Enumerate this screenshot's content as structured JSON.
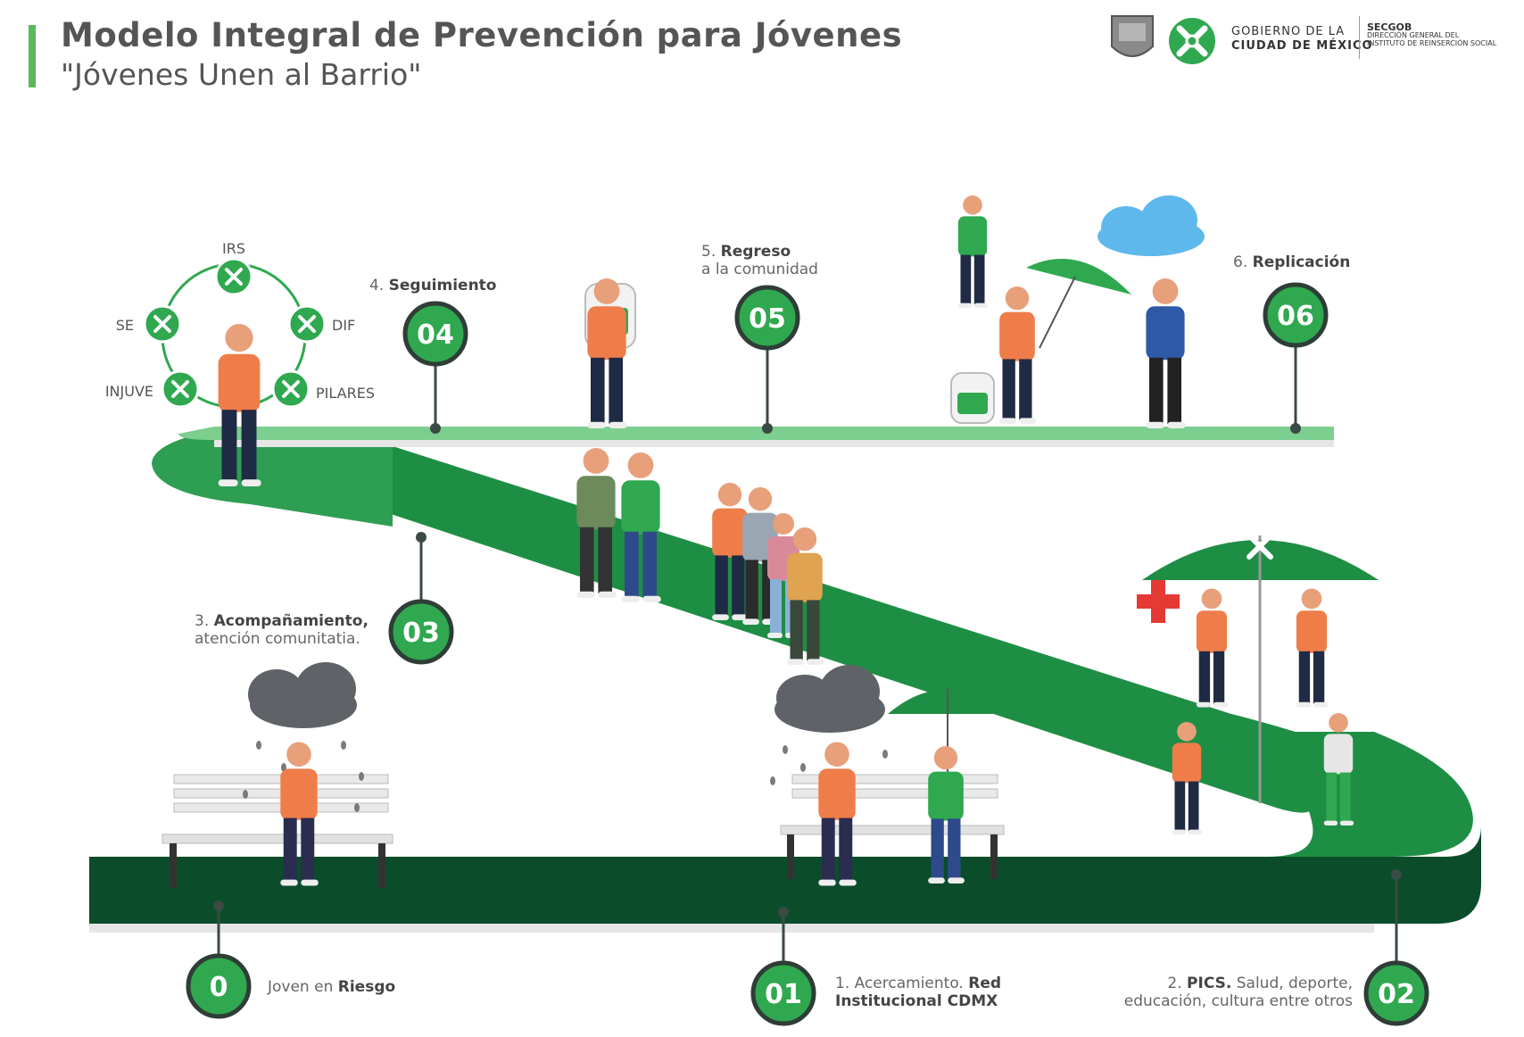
{
  "header": {
    "title": "Modelo Integral de Prevención para Jóvenes",
    "subtitle": "\"Jóvenes Unen al Barrio\""
  },
  "logos": {
    "gov_line1": "GOBIERNO DE LA",
    "gov_line2": "CIUDAD DE MÉXICO",
    "sec_line1": "SECGOB",
    "sec_line2": "DIRECCIÓN GENERAL DEL",
    "sec_line3": "INSTITUTO DE REINSERCIÓN SOCIAL"
  },
  "network": {
    "nodes": [
      "IRS",
      "DIF",
      "PILARES",
      "INJUVE",
      "SE"
    ]
  },
  "stages": [
    {
      "num": "0",
      "prefix": "Joven en ",
      "bold": "Riesgo"
    },
    {
      "num": "01",
      "prefix": "1. Acercamiento. ",
      "bold": "Red",
      "line2": "Institucional CDMX"
    },
    {
      "num": "02",
      "prefix": "2. ",
      "bold": "PICS.",
      "rest": " Salud, deporte,",
      "line2": "educación, cultura entre otros"
    },
    {
      "num": "03",
      "prefix": "3. ",
      "bold": "Acompañamiento,",
      "line2": "atención comunitatia."
    },
    {
      "num": "04",
      "prefix": "4. ",
      "bold": "Seguimiento"
    },
    {
      "num": "05",
      "prefix": "5. ",
      "bold": "Regreso",
      "line2": "a la comunidad"
    },
    {
      "num": "06",
      "prefix": "6. ",
      "bold": "Replicación"
    }
  ],
  "colors": {
    "accent": "#5cb85c",
    "road_dark": "#0b4d2b",
    "road_mid": "#1f8e45",
    "road_light": "#7ccf8f",
    "node_green": "#2fa84f",
    "shirt_orange": "#ef7d4a",
    "cloud_gray": "#5f6368",
    "cloud_blue": "#5fb8ec"
  },
  "icons": [
    "city-shield-icon",
    "cdmx-logo-icon",
    "umbrella-icon",
    "cloud-icon",
    "first-aid-cross-icon",
    "backpack-icon"
  ]
}
